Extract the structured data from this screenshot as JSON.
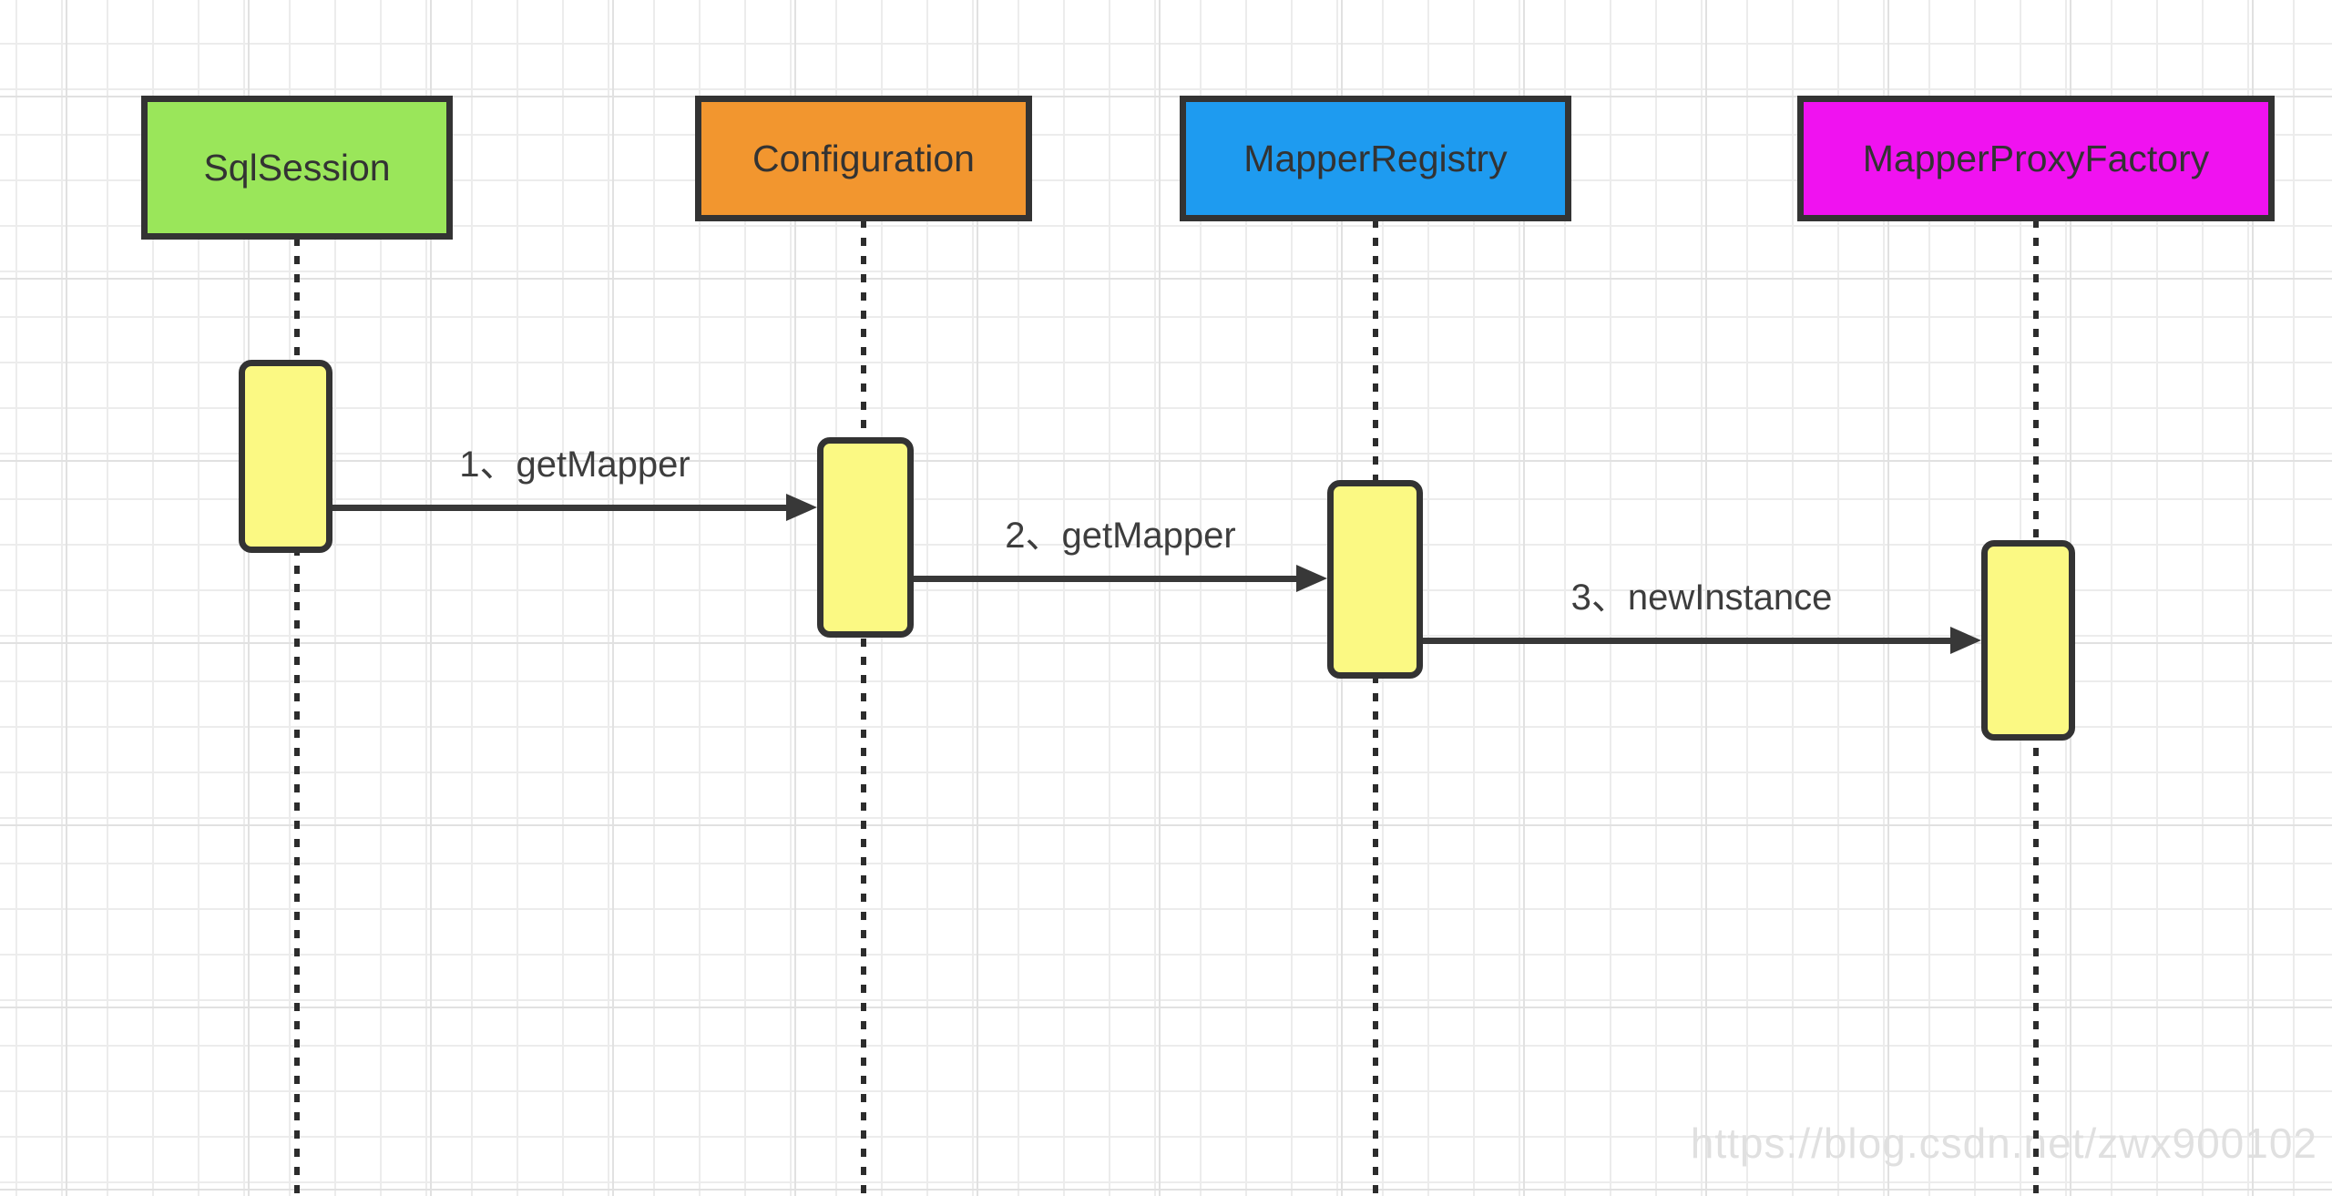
{
  "watermark": {
    "text": "https://blog.csdn.net/zwx900102",
    "color": "#e0e0e0"
  },
  "diagram": {
    "type": "sequence-diagram",
    "stroke_color": "#333333",
    "activation_fill": "#FBF983",
    "actors": [
      {
        "id": "sqlsession",
        "label": "SqlSession",
        "fill": "#9AE65A"
      },
      {
        "id": "configuration",
        "label": "Configuration",
        "fill": "#F2962F"
      },
      {
        "id": "mapperregistry",
        "label": "MapperRegistry",
        "fill": "#1E9BF0"
      },
      {
        "id": "mapperproxyfactory",
        "label": "MapperProxyFactory",
        "fill": "#F012F0"
      }
    ],
    "messages": [
      {
        "seq": "1",
        "label": "1、getMapper",
        "from": "SqlSession",
        "to": "Configuration"
      },
      {
        "seq": "2",
        "label": "2、getMapper",
        "from": "Configuration",
        "to": "MapperRegistry"
      },
      {
        "seq": "3",
        "label": "3、newInstance",
        "from": "MapperRegistry",
        "to": "MapperProxyFactory"
      }
    ]
  }
}
